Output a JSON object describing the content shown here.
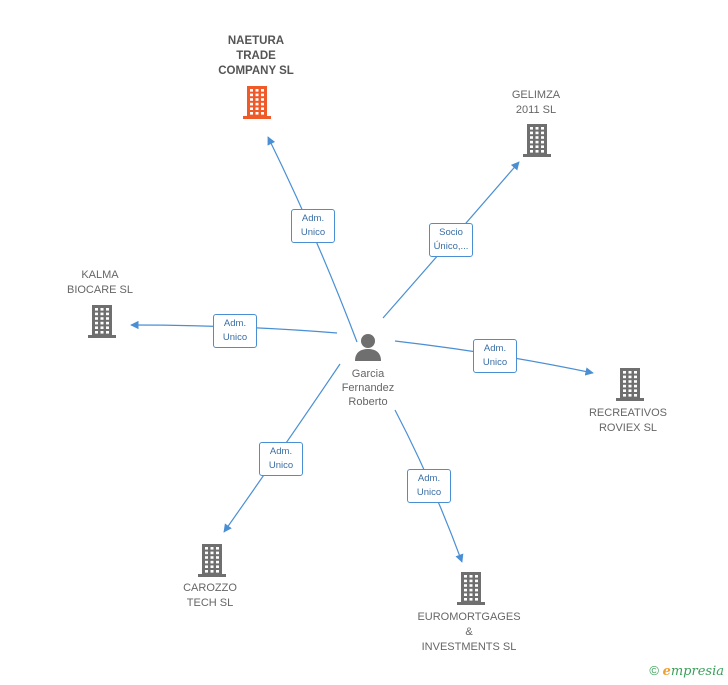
{
  "center": {
    "name": "Garcia\nFernandez\nRoberto",
    "icon": "person-icon"
  },
  "companies": [
    {
      "id": "naetura",
      "name": "NAETURA\nTRADE\nCOMPANY SL",
      "highlight": true,
      "color": "#f05a28",
      "role": "Adm.\nUnico"
    },
    {
      "id": "gelimza",
      "name": "GELIMZA\n2011 SL",
      "highlight": false,
      "color": "#6f6f6f",
      "role": "Socio\nÚnico,..."
    },
    {
      "id": "kalma",
      "name": "KALMA\nBIOCARE SL",
      "highlight": false,
      "color": "#6f6f6f",
      "role": "Adm.\nUnico"
    },
    {
      "id": "recreativos",
      "name": "RECREATIVOS\nROVIEX SL",
      "highlight": false,
      "color": "#6f6f6f",
      "role": "Adm.\nUnico"
    },
    {
      "id": "carozzo",
      "name": "CAROZZO\nTECH SL",
      "highlight": false,
      "color": "#6f6f6f",
      "role": "Adm.\nUnico"
    },
    {
      "id": "euromortgages",
      "name": "EUROMORTGAGES\n&\nINVESTMENTS SL",
      "highlight": false,
      "color": "#6f6f6f",
      "role": "Adm.\nUnico"
    }
  ],
  "colors": {
    "edge": "#4a8fd4",
    "building": "#6f6f6f",
    "highlight": "#f05a28",
    "person": "#6f6f6f"
  },
  "brand": {
    "copyright": "©",
    "e": "e",
    "rest": "mpresia"
  }
}
